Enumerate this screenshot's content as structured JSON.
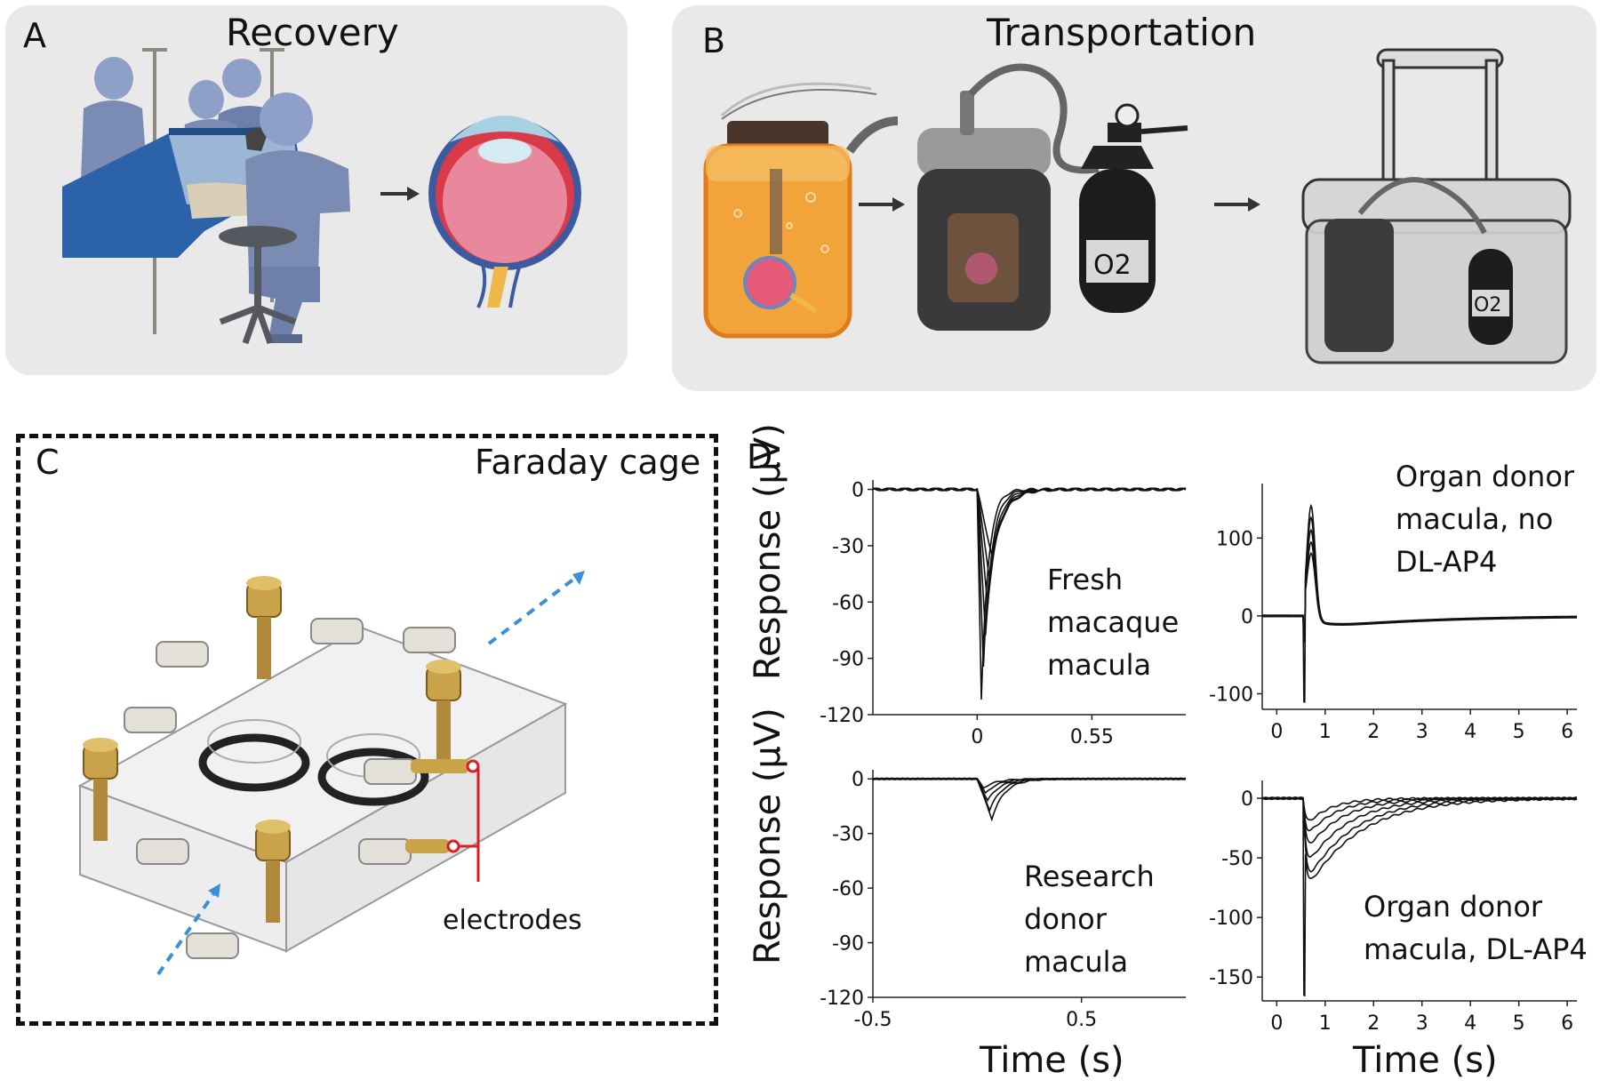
{
  "panels": {
    "a": {
      "letter": "A",
      "title": "Recovery"
    },
    "b": {
      "letter": "B",
      "title": "Transportation",
      "o2_label": "O2"
    },
    "c": {
      "letter": "C",
      "title": "Faraday cage",
      "electrodes_label": "electrodes"
    },
    "d": {
      "letter": "D"
    }
  },
  "colors": {
    "panel_bg": "#e9e9ea",
    "surgical_blue": "#2c63a8",
    "scrub": "#7b8cb4",
    "jar_orange": "#f2a33a",
    "brass": "#c9a24a",
    "arrow_blue": "#3b8fd8",
    "electrode_red": "#d91f26",
    "trace": "#111111"
  },
  "chart_data": [
    {
      "type": "line",
      "id": "fresh",
      "annotation": [
        "Fresh",
        "macaque",
        "macula"
      ],
      "ylabel": "Response (µV)",
      "xlabel": "",
      "xlim": [
        -0.5,
        1.0
      ],
      "ylim": [
        -120,
        5
      ],
      "xticks": [
        0,
        0.55
      ],
      "xticklabels": [
        "0",
        "0.55"
      ],
      "yticks": [
        0,
        -30,
        -60,
        -90,
        -120
      ],
      "trace_shape": {
        "onset": 0,
        "min_at": [
          0.02,
          0.03,
          0.04,
          0.05,
          0.06,
          0.07
        ],
        "amplitudes": [
          -112,
          -95,
          -78,
          -62,
          -48,
          -35
        ],
        "widths": [
          0.06,
          0.07,
          0.08,
          0.09,
          0.1,
          0.11
        ]
      }
    },
    {
      "type": "line",
      "id": "organ_no_ap4",
      "annotation": [
        "Organ donor",
        "macula, no",
        "DL-AP4"
      ],
      "ylabel": "",
      "xlabel": "",
      "xlim": [
        -0.3,
        6.2
      ],
      "ylim": [
        -120,
        170
      ],
      "xticks": [
        0,
        1,
        2,
        3,
        4,
        5,
        6
      ],
      "xticklabels": [
        "0",
        "1",
        "2",
        "3",
        "4",
        "5",
        "6"
      ],
      "yticks": [
        100,
        0,
        -100
      ],
      "trace_shape": {
        "onset": 0.55,
        "dip": -110,
        "peaks": [
          145,
          130,
          115,
          100,
          85
        ],
        "peak_at": 0.7,
        "undershoot": -18
      }
    },
    {
      "type": "line",
      "id": "research",
      "annotation": [
        "Research",
        "donor",
        "macula"
      ],
      "ylabel": "Response (µV)",
      "xlabel": "Time (s)",
      "xlim": [
        -0.5,
        1.0
      ],
      "ylim": [
        -120,
        5
      ],
      "xticks": [
        -0.5,
        0.5
      ],
      "xticklabels": [
        "-0.5",
        "0.5"
      ],
      "yticks": [
        0,
        -30,
        -60,
        -90,
        -120
      ],
      "trace_shape": {
        "onset": 0,
        "amplitudes": [
          -22,
          -17,
          -12,
          -8,
          -5
        ],
        "min_at": [
          0.07,
          0.06,
          0.05,
          0.04,
          0.03
        ]
      }
    },
    {
      "type": "line",
      "id": "organ_ap4",
      "annotation": [
        "Organ donor",
        "macula, DL-AP4"
      ],
      "ylabel": "",
      "xlabel": "Time (s)",
      "xlim": [
        -0.3,
        6.2
      ],
      "ylim": [
        -170,
        15
      ],
      "xticks": [
        0,
        1,
        2,
        3,
        4,
        5,
        6
      ],
      "xticklabels": [
        "0",
        "1",
        "2",
        "3",
        "4",
        "5",
        "6"
      ],
      "yticks": [
        0,
        -50,
        -100,
        -150
      ],
      "trace_shape": {
        "onset": 0.55,
        "spike": -165,
        "amplitudes": [
          -82,
          -75,
          -62,
          -48,
          -36,
          -26
        ],
        "tau": [
          0.9,
          0.8,
          0.7,
          0.6,
          0.5,
          0.4
        ]
      }
    }
  ]
}
